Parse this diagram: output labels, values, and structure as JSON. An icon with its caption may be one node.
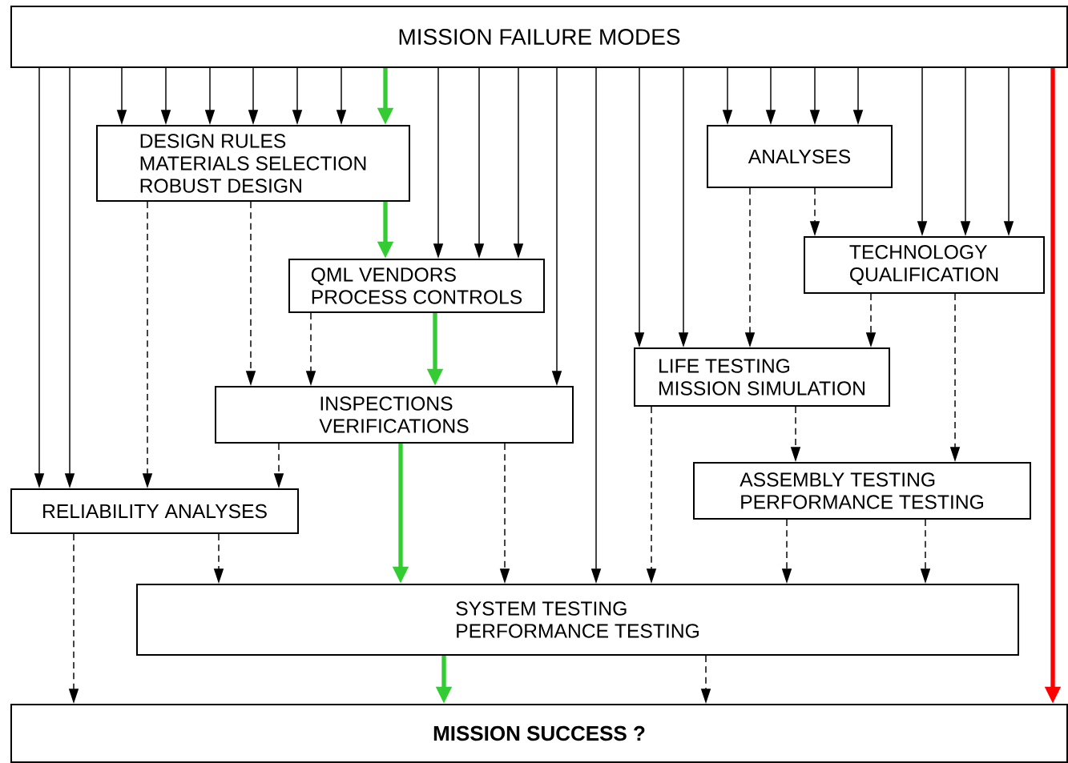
{
  "diagram": {
    "nodes": [
      {
        "text": [
          "MISSION FAILURE MODES"
        ]
      },
      {
        "text": [
          "DESIGN RULES",
          "MATERIALS SELECTION",
          "ROBUST DESIGN"
        ]
      },
      {
        "text": [
          "QML VENDORS",
          "PROCESS CONTROLS"
        ]
      },
      {
        "text": [
          "INSPECTIONS",
          "VERIFICATIONS"
        ]
      },
      {
        "text": [
          "RELIABILITY ANALYSES"
        ]
      },
      {
        "text": [
          "ANALYSES"
        ]
      },
      {
        "text": [
          "TECHNOLOGY",
          "QUALIFICATION"
        ]
      },
      {
        "text": [
          "LIFE TESTING",
          "MISSION SIMULATION"
        ]
      },
      {
        "text": [
          "ASSEMBLY TESTING",
          "PERFORMANCE TESTING"
        ]
      },
      {
        "text": [
          "SYSTEM TESTING",
          "PERFORMANCE TESTING"
        ]
      },
      {
        "text": [
          "MISSION SUCCESS ?"
        ]
      }
    ],
    "edges": [
      {
        "from": 0,
        "to": 4,
        "arrow": "to"
      },
      {
        "from": 0,
        "to": 4,
        "arrow": "to"
      },
      {
        "from": 0,
        "to": 1,
        "arrow": "to"
      },
      {
        "from": 0,
        "to": 1,
        "arrow": "to"
      },
      {
        "from": 0,
        "to": 1,
        "arrow": "to"
      },
      {
        "from": 0,
        "to": 1,
        "arrow": "to"
      },
      {
        "from": 0,
        "to": 1,
        "arrow": "to"
      },
      {
        "from": 0,
        "to": 1,
        "arrow": "to"
      },
      {
        "from": 0,
        "to": 1,
        "arrow": "to",
        "style": "thick",
        "color": "#33cc33"
      },
      {
        "from": 0,
        "to": 2,
        "arrow": "to"
      },
      {
        "from": 0,
        "to": 2,
        "arrow": "to"
      },
      {
        "from": 0,
        "to": 2,
        "arrow": "to"
      },
      {
        "from": 0,
        "to": 3,
        "arrow": "to"
      },
      {
        "from": 0,
        "to": 9,
        "arrow": "to"
      },
      {
        "from": 0,
        "to": 7,
        "arrow": "to"
      },
      {
        "from": 0,
        "to": 7,
        "arrow": "to"
      },
      {
        "from": 0,
        "to": 5,
        "arrow": "to"
      },
      {
        "from": 0,
        "to": 5,
        "arrow": "to"
      },
      {
        "from": 0,
        "to": 5,
        "arrow": "to"
      },
      {
        "from": 0,
        "to": 5,
        "arrow": "to"
      },
      {
        "from": 0,
        "to": 6,
        "arrow": "to"
      },
      {
        "from": 0,
        "to": 6,
        "arrow": "to"
      },
      {
        "from": 0,
        "to": 6,
        "arrow": "to"
      },
      {
        "from": 0,
        "to": 10,
        "arrow": "to",
        "style": "thick",
        "color": "#ff0000"
      },
      {
        "from": 1,
        "to": 4,
        "arrow": "to",
        "style": "dashed"
      },
      {
        "from": 1,
        "to": 3,
        "arrow": "to",
        "style": "dashed"
      },
      {
        "from": 1,
        "to": 2,
        "arrow": "to",
        "style": "thick",
        "color": "#33cc33"
      },
      {
        "from": 2,
        "to": 3,
        "arrow": "to",
        "style": "dashed"
      },
      {
        "from": 2,
        "to": 3,
        "arrow": "to",
        "style": "thick",
        "color": "#33cc33"
      },
      {
        "from": 3,
        "to": 4,
        "arrow": "to",
        "style": "dashed"
      },
      {
        "from": 3,
        "to": 9,
        "arrow": "to",
        "style": "thick",
        "color": "#33cc33"
      },
      {
        "from": 3,
        "to": 9,
        "arrow": "to",
        "style": "dashed"
      },
      {
        "from": 4,
        "to": 9,
        "arrow": "to",
        "style": "dashed"
      },
      {
        "from": 4,
        "to": 10,
        "arrow": "to",
        "style": "dashed"
      },
      {
        "from": 5,
        "to": 7,
        "arrow": "to",
        "style": "dashed"
      },
      {
        "from": 5,
        "to": 6,
        "arrow": "to",
        "style": "dashed"
      },
      {
        "from": 6,
        "to": 7,
        "arrow": "to",
        "style": "dashed"
      },
      {
        "from": 6,
        "to": 8,
        "arrow": "to",
        "style": "dashed"
      },
      {
        "from": 7,
        "to": 9,
        "arrow": "to",
        "style": "dashed"
      },
      {
        "from": 7,
        "to": 8,
        "arrow": "to",
        "style": "dashed"
      },
      {
        "from": 8,
        "to": 9,
        "arrow": "to",
        "style": "dashed"
      },
      {
        "from": 8,
        "to": 9,
        "arrow": "to",
        "style": "dashed"
      },
      {
        "from": 9,
        "to": 10,
        "arrow": "to",
        "style": "thick",
        "color": "#33cc33"
      },
      {
        "from": 9,
        "to": 10,
        "arrow": "to",
        "style": "dashed"
      }
    ]
  }
}
